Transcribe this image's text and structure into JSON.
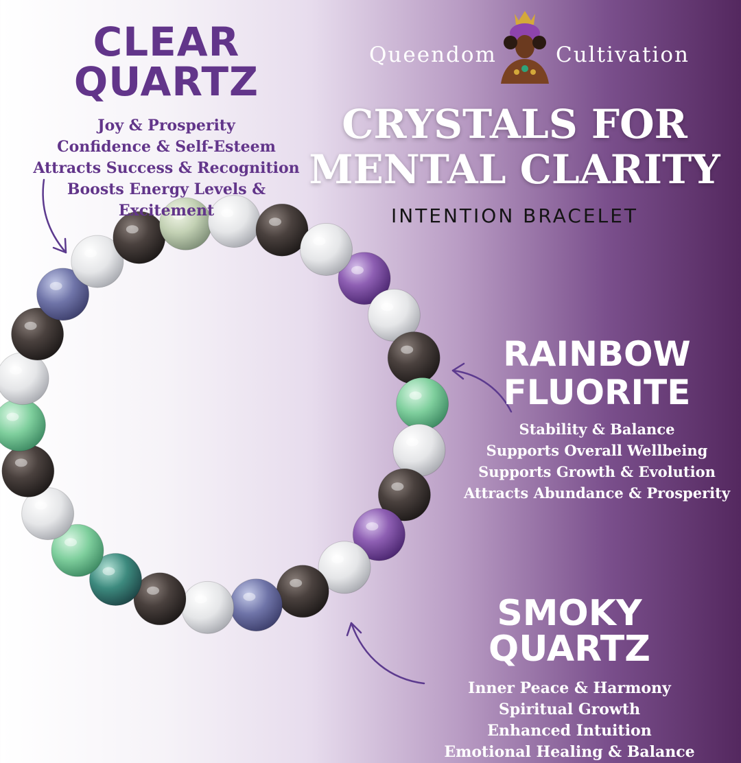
{
  "brand": {
    "left": "Queendom",
    "right": "Cultivation",
    "mascot_icon": "crowned-woman-logo-icon"
  },
  "title": {
    "line1": "CRYSTALS FOR",
    "line2": "MENTAL CLARITY",
    "subtitle": "INTENTION BRACELET"
  },
  "sections": {
    "clear_quartz": {
      "heading": "CLEAR QUARTZ",
      "lines": [
        "Joy & Prosperity",
        "Confidence & Self-Esteem",
        "Attracts Success & Recognition",
        "Boosts Energy Levels &",
        "Excitement"
      ]
    },
    "rainbow_fluorite": {
      "heading_line1": "RAINBOW",
      "heading_line2": "FLUORITE",
      "lines": [
        "Stability & Balance",
        "Supports Overall Wellbeing",
        "Supports Growth & Evolution",
        "Attracts Abundance & Prosperity"
      ]
    },
    "smoky_quartz": {
      "heading": "SMOKY QUARTZ",
      "lines": [
        "Inner Peace & Harmony",
        "Spiritual Growth",
        "Enhanced Intuition",
        "Emotional Healing & Balance"
      ]
    }
  },
  "colors": {
    "accent_purple": "#62358a",
    "background_dark": "#54285f",
    "arrow": "#5c3a8e"
  },
  "bracelet": {
    "beads": [
      "purple-fluorite",
      "clear-quartz",
      "smoky-quartz",
      "green-fluorite",
      "clear-quartz",
      "smoky-quartz",
      "purple-fluorite",
      "clear-quartz",
      "smoky-quartz",
      "blue-fluorite",
      "clear-quartz",
      "smoky-quartz",
      "mixed-fluorite",
      "green-fluorite",
      "clear-quartz",
      "smoky-quartz",
      "green-fluorite",
      "clear-quartz",
      "smoky-quartz",
      "blue-fluorite",
      "clear-quartz",
      "smoky-quartz",
      "pale-fluorite",
      "clear-quartz",
      "smoky-quartz",
      "clear-quartz"
    ]
  }
}
